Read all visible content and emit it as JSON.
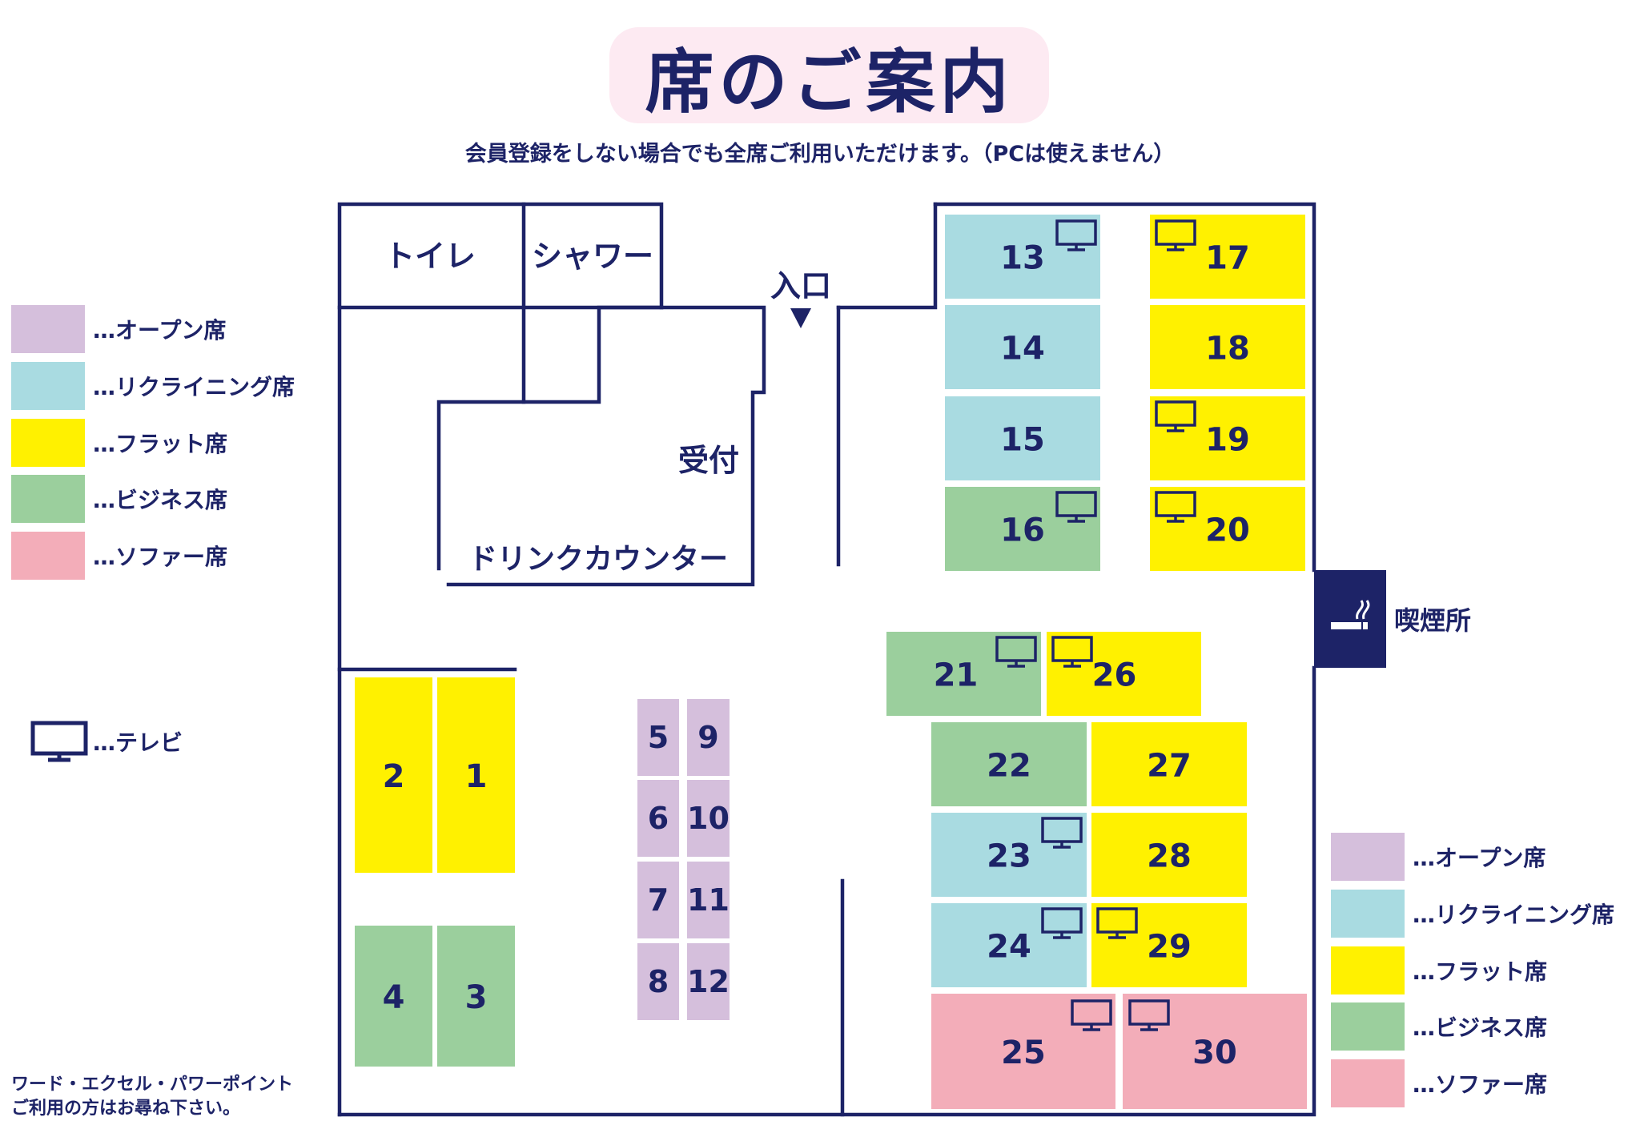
{
  "header": {
    "title": "席のご案内",
    "subtitle": "会員登録をしない場合でも全席ご利用いただけます。（PCは使えません）"
  },
  "legend": [
    {
      "label": "…オープン席",
      "color": "#d5bfdc"
    },
    {
      "label": "…リクライニング席",
      "color": "#a9dbe1"
    },
    {
      "label": "…フラット席",
      "color": "#fff100"
    },
    {
      "label": "…ビジネス席",
      "color": "#9bcf9d"
    },
    {
      "label": "…ソファー席",
      "color": "#f3adb9"
    }
  ],
  "tv_legend": {
    "label": "…テレビ",
    "icon": "tv-icon"
  },
  "note": {
    "line1": "ワード・エクセル・パワーポイント",
    "line2": "ご利用の方はお尋ね下さい。"
  },
  "rooms": {
    "toilet": "トイレ",
    "shower": "シャワー",
    "entrance": "入口",
    "reception": "受付",
    "drink_counter": "ドリンクカウンター",
    "smoking": "喫煙所"
  },
  "colors": {
    "navy": "#1d2367",
    "open": "#d5bfdc",
    "recline": "#a9dbe1",
    "flat": "#fff100",
    "business": "#9bcf9d",
    "sofa": "#f3adb9"
  },
  "seats": [
    {
      "number": "1",
      "type": "flat",
      "tv": false
    },
    {
      "number": "2",
      "type": "flat",
      "tv": false
    },
    {
      "number": "3",
      "type": "business",
      "tv": false
    },
    {
      "number": "4",
      "type": "business",
      "tv": false
    },
    {
      "number": "5",
      "type": "open",
      "tv": false
    },
    {
      "number": "6",
      "type": "open",
      "tv": false
    },
    {
      "number": "7",
      "type": "open",
      "tv": false
    },
    {
      "number": "8",
      "type": "open",
      "tv": false
    },
    {
      "number": "9",
      "type": "open",
      "tv": false
    },
    {
      "number": "10",
      "type": "open",
      "tv": false
    },
    {
      "number": "11",
      "type": "open",
      "tv": false
    },
    {
      "number": "12",
      "type": "open",
      "tv": false
    },
    {
      "number": "13",
      "type": "recline",
      "tv": true
    },
    {
      "number": "14",
      "type": "recline",
      "tv": false
    },
    {
      "number": "15",
      "type": "recline",
      "tv": false
    },
    {
      "number": "16",
      "type": "business",
      "tv": true
    },
    {
      "number": "17",
      "type": "flat",
      "tv": true
    },
    {
      "number": "18",
      "type": "flat",
      "tv": false
    },
    {
      "number": "19",
      "type": "flat",
      "tv": true
    },
    {
      "number": "20",
      "type": "flat",
      "tv": true
    },
    {
      "number": "21",
      "type": "business",
      "tv": true
    },
    {
      "number": "22",
      "type": "business",
      "tv": false
    },
    {
      "number": "23",
      "type": "recline",
      "tv": true
    },
    {
      "number": "24",
      "type": "recline",
      "tv": true
    },
    {
      "number": "25",
      "type": "sofa",
      "tv": true
    },
    {
      "number": "26",
      "type": "flat",
      "tv": true
    },
    {
      "number": "27",
      "type": "flat",
      "tv": false
    },
    {
      "number": "28",
      "type": "flat",
      "tv": false
    },
    {
      "number": "29",
      "type": "flat",
      "tv": true
    },
    {
      "number": "30",
      "type": "sofa",
      "tv": true
    }
  ]
}
